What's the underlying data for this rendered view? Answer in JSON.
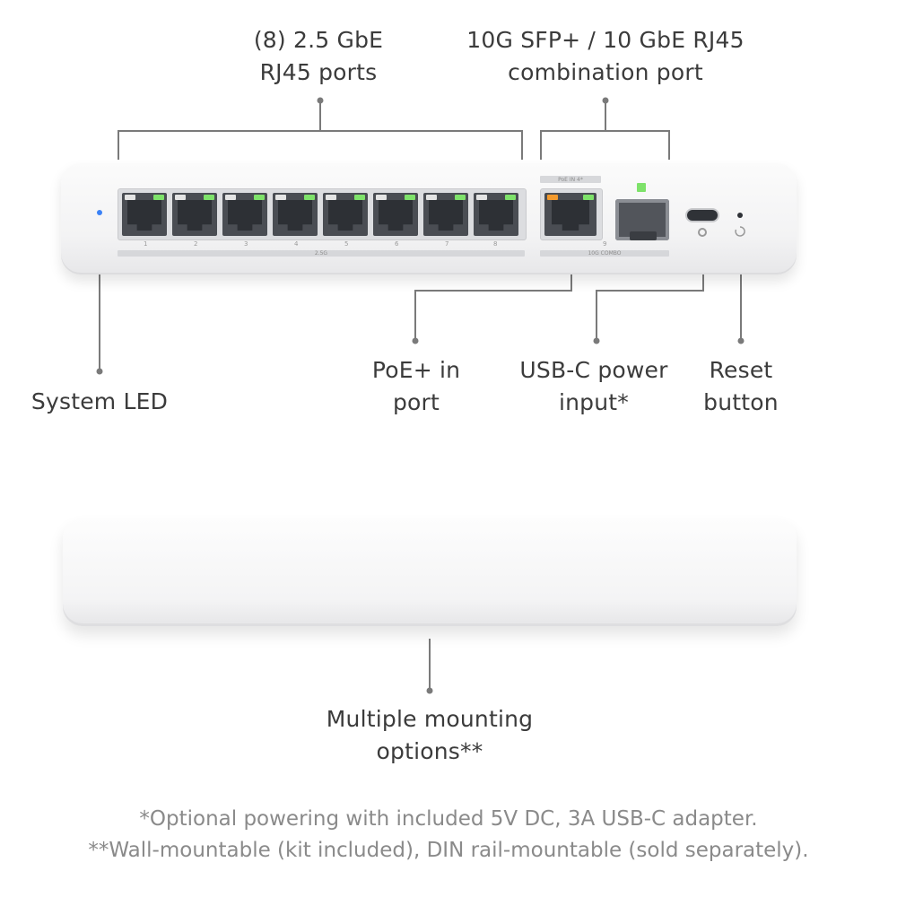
{
  "callouts": {
    "rj45_ports": [
      "(8) 2.5 GbE",
      "RJ45 ports"
    ],
    "combo_port": [
      "10G SFP+ / 10 GbE RJ45",
      "combination port"
    ],
    "poe_in": [
      "PoE+ in",
      "port"
    ],
    "usbc_power": [
      "USB-C power",
      "input*"
    ],
    "reset": [
      "Reset",
      "button"
    ],
    "system_led": "System LED",
    "mounting": [
      "Multiple mounting",
      "options**"
    ]
  },
  "device_labels": {
    "port_numbers": [
      "1",
      "2",
      "3",
      "4",
      "5",
      "6",
      "7",
      "8"
    ],
    "port9": "9",
    "speed_bar": "2.5G",
    "combo_bar": "10G COMBO",
    "poe_badge": "PoE IN 4*"
  },
  "footnotes": [
    "*Optional powering with included 5V DC, 3A USB-C adapter.",
    "**Wall-mountable (kit included), DIN rail-mountable (sold separately)."
  ],
  "colors": {
    "led_green": "#7ee26a",
    "system_led_blue": "#3b82f6",
    "poe_orange": "#f39a2e",
    "leader_gray": "#7a7a7a"
  }
}
